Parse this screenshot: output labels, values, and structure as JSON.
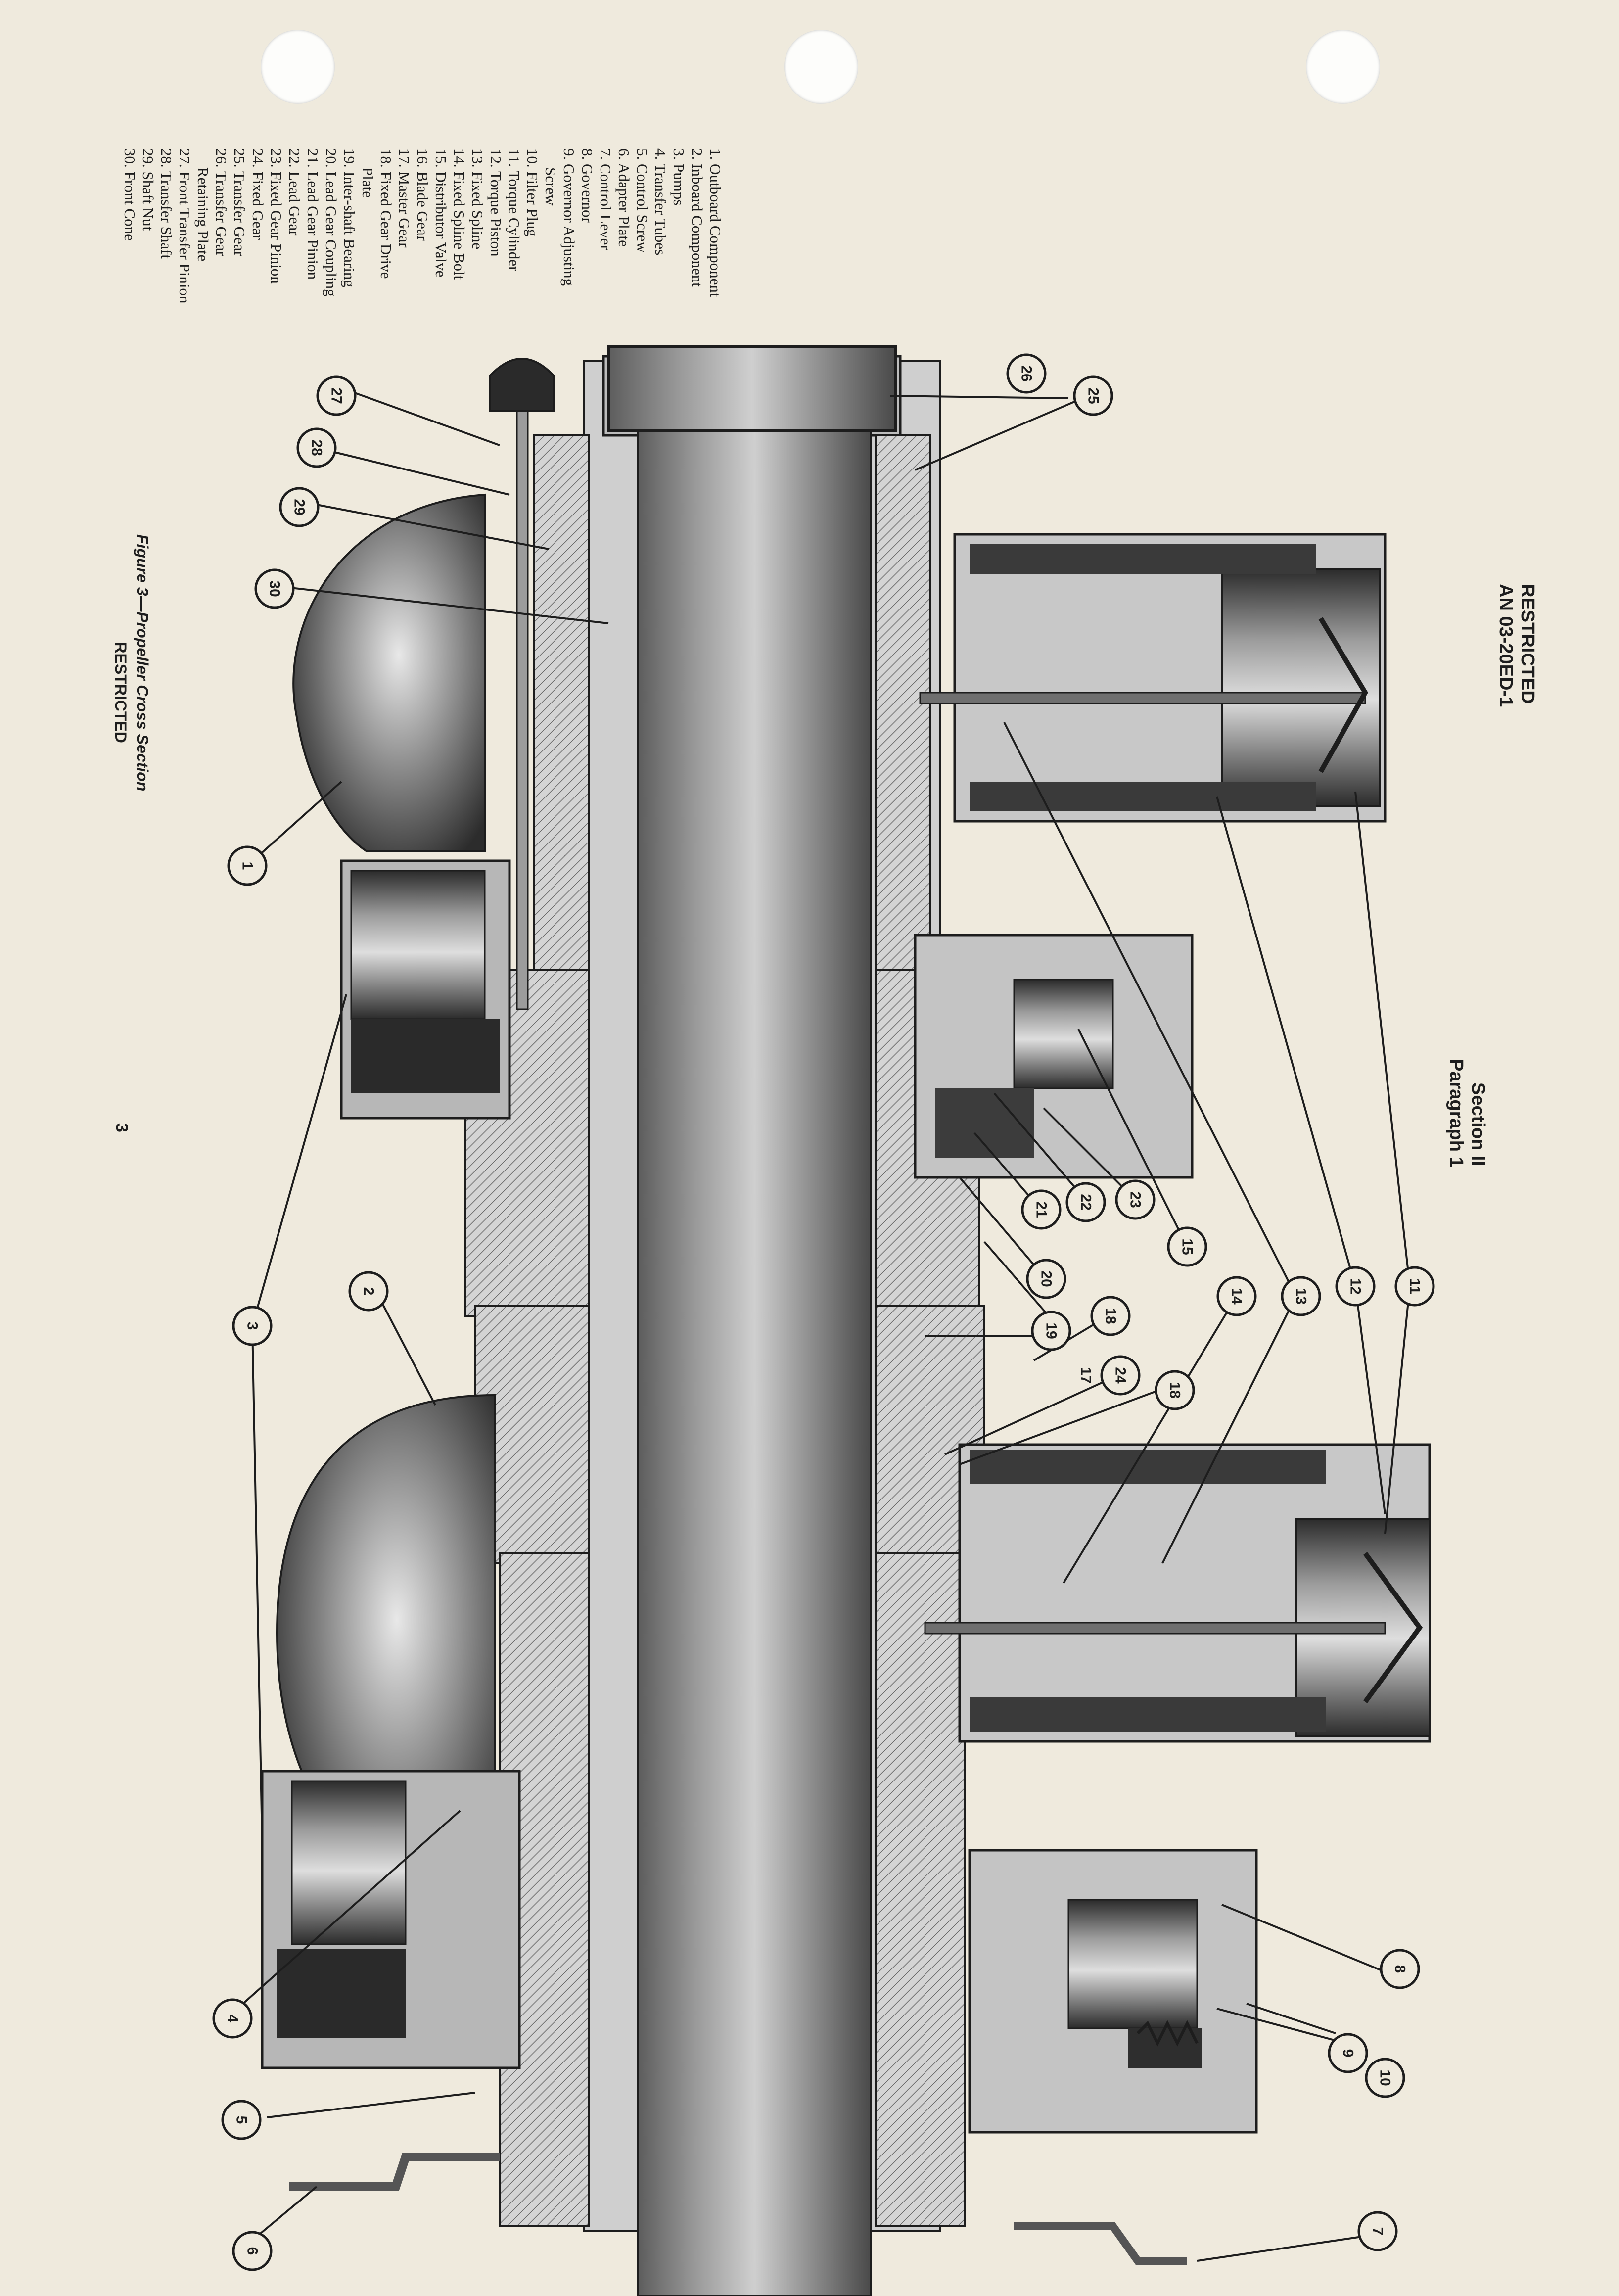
{
  "header": {
    "line1": "RESTRICTED",
    "line2": "AN 03-20ED-1",
    "section": "Section II",
    "paragraph": "Paragraph 1"
  },
  "legend": [
    "1. Outboard Component",
    "2. Inboard Component",
    "3. Pumps",
    "4. Transfer Tubes",
    "5. Control Screw",
    "6. Adapter Plate",
    "7. Control Lever",
    "8. Governor",
    "9. Governor Adjusting",
    "Screw",
    "10. Filter Plug",
    "11. Torque Cylinder",
    "12. Torque Piston",
    "13. Fixed Spline",
    "14. Fixed Spline Bolt",
    "15. Distributor Valve",
    "16. Blade Gear",
    "17. Master Gear",
    "18. Fixed Gear Drive",
    "Plate",
    "19. Inter-shaft Bearing",
    "20. Lead Gear Coupling",
    "21. Lead Gear Pinion",
    "22. Lead Gear",
    "23. Fixed Gear Pinion",
    "24. Fixed Gear",
    "25. Transfer Gear",
    "26. Transfer Gear",
    "Retaining Plate",
    "27. Front Transfer Pinion",
    "28. Transfer Shaft",
    "29. Shaft Nut",
    "30. Front Cone"
  ],
  "figure": {
    "caption": "Figure 3—Propeller Cross Section",
    "classification": "RESTRICTED",
    "page_number": "3"
  },
  "callouts": [
    "1",
    "2",
    "3",
    "4",
    "5",
    "6",
    "7",
    "8",
    "9",
    "10",
    "11",
    "12",
    "13",
    "14",
    "15",
    "17",
    "18",
    "18",
    "19",
    "20",
    "21",
    "22",
    "23",
    "24",
    "25",
    "26",
    "27",
    "28",
    "29",
    "30"
  ],
  "colors": {
    "paper": "#efeadd",
    "ink": "#1d1d1d",
    "mid_gray": "#8f8f8f",
    "light_gray": "#c9c9c9"
  }
}
